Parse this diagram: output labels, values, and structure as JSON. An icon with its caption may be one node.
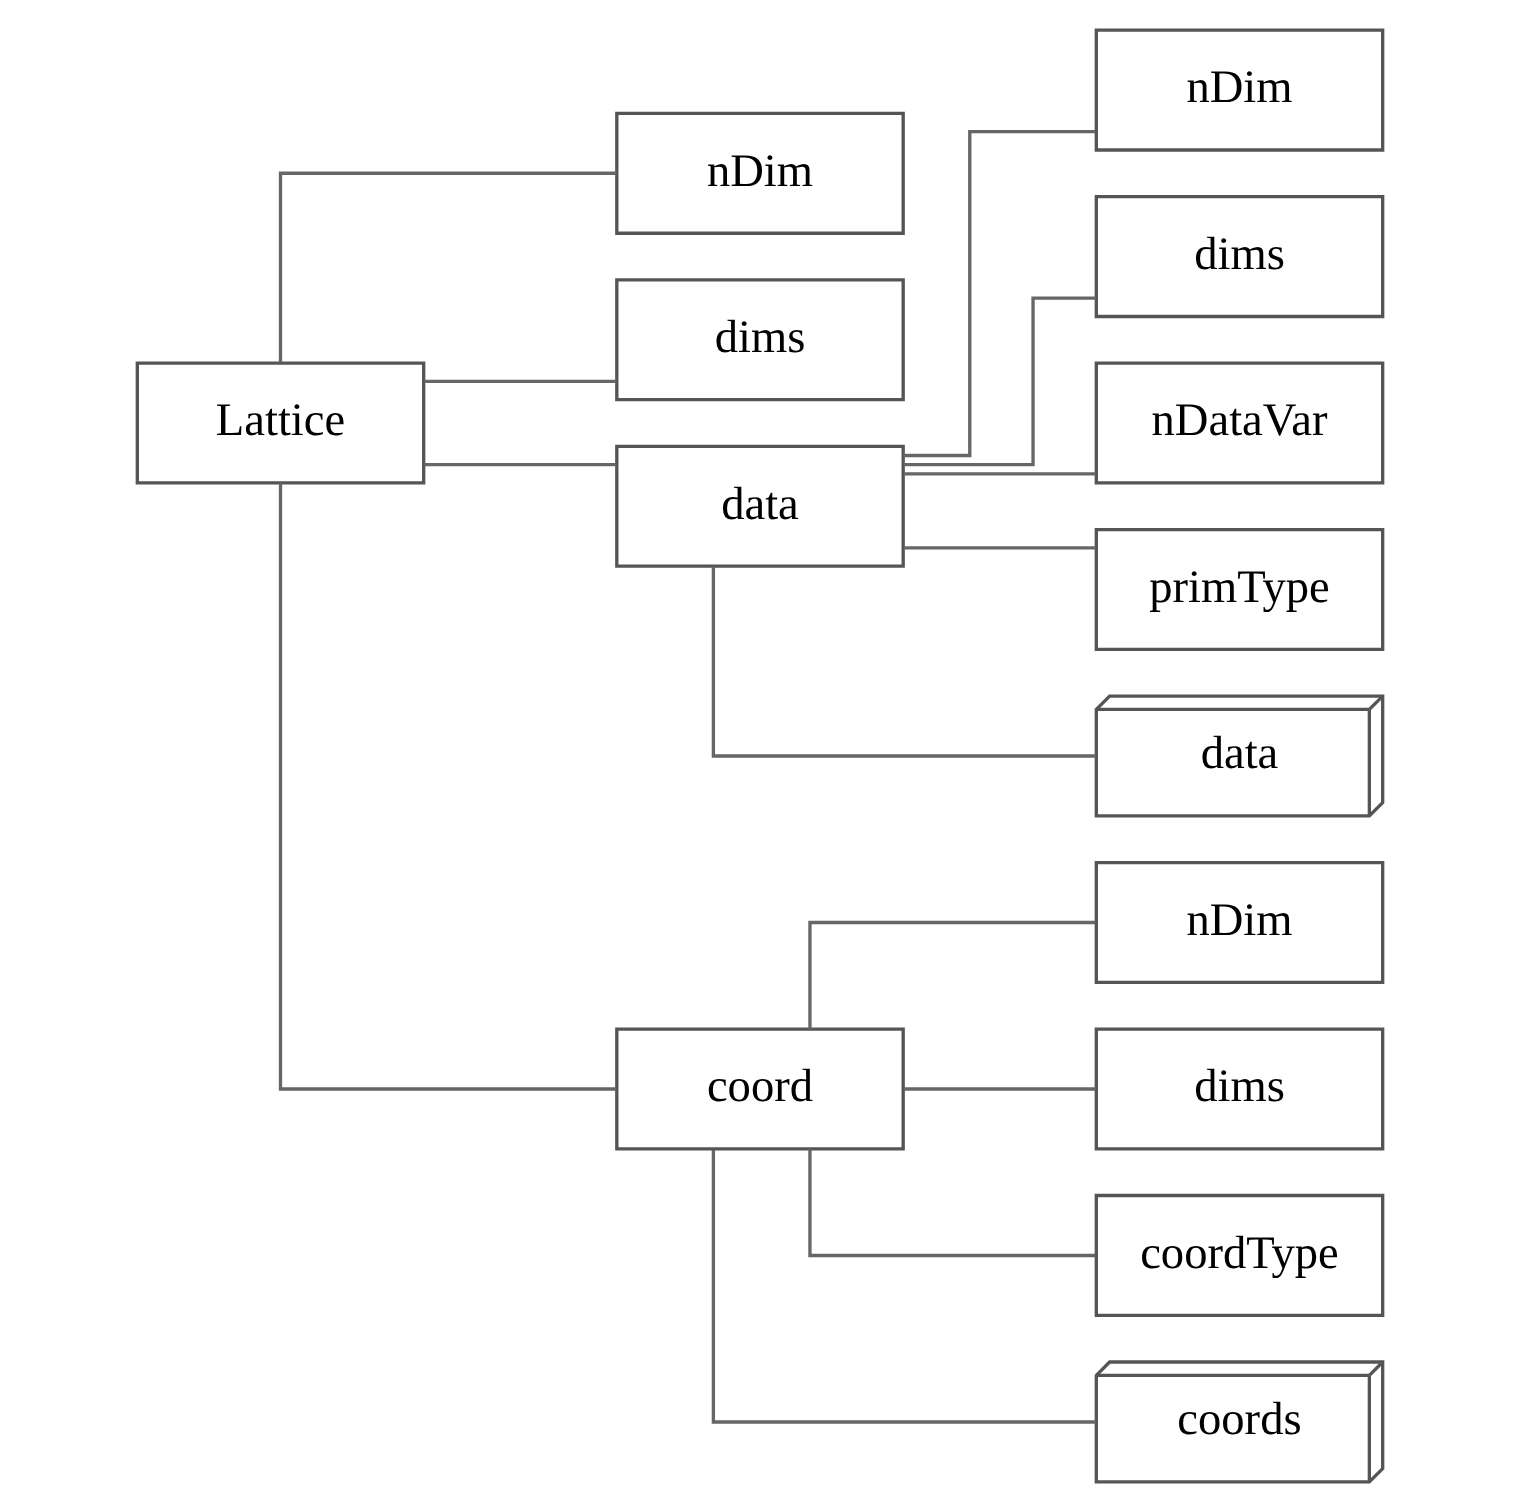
{
  "diagram": {
    "nodes": [
      {
        "text": [
          "Lattice"
        ]
      },
      {
        "text": [
          "nDim"
        ]
      },
      {
        "text": [
          "dims"
        ]
      },
      {
        "text": [
          "data"
        ]
      },
      {
        "text": [
          "coord"
        ]
      },
      {
        "text": [
          "nDim"
        ]
      },
      {
        "text": [
          "dims"
        ]
      },
      {
        "text": [
          "nDataVar"
        ]
      },
      {
        "text": [
          "primType"
        ]
      },
      {
        "text": [
          "data"
        ]
      },
      {
        "text": [
          "nDim"
        ]
      },
      {
        "text": [
          "dims"
        ]
      },
      {
        "text": [
          "coordType"
        ]
      },
      {
        "text": [
          "coords"
        ]
      }
    ],
    "edges": [
      {
        "from": 0,
        "to": 1,
        "arrow": "none"
      },
      {
        "from": 0,
        "to": 2,
        "arrow": "none"
      },
      {
        "from": 0,
        "to": 3,
        "arrow": "none"
      },
      {
        "from": 0,
        "to": 4,
        "arrow": "none"
      },
      {
        "from": 3,
        "to": 5,
        "arrow": "none"
      },
      {
        "from": 3,
        "to": 6,
        "arrow": "none"
      },
      {
        "from": 3,
        "to": 7,
        "arrow": "none"
      },
      {
        "from": 3,
        "to": 8,
        "arrow": "none"
      },
      {
        "from": 3,
        "to": 9,
        "arrow": "none"
      },
      {
        "from": 4,
        "to": 10,
        "arrow": "none"
      },
      {
        "from": 4,
        "to": 11,
        "arrow": "none"
      },
      {
        "from": 4,
        "to": 12,
        "arrow": "none"
      },
      {
        "from": 4,
        "to": 13,
        "arrow": "none"
      }
    ]
  }
}
